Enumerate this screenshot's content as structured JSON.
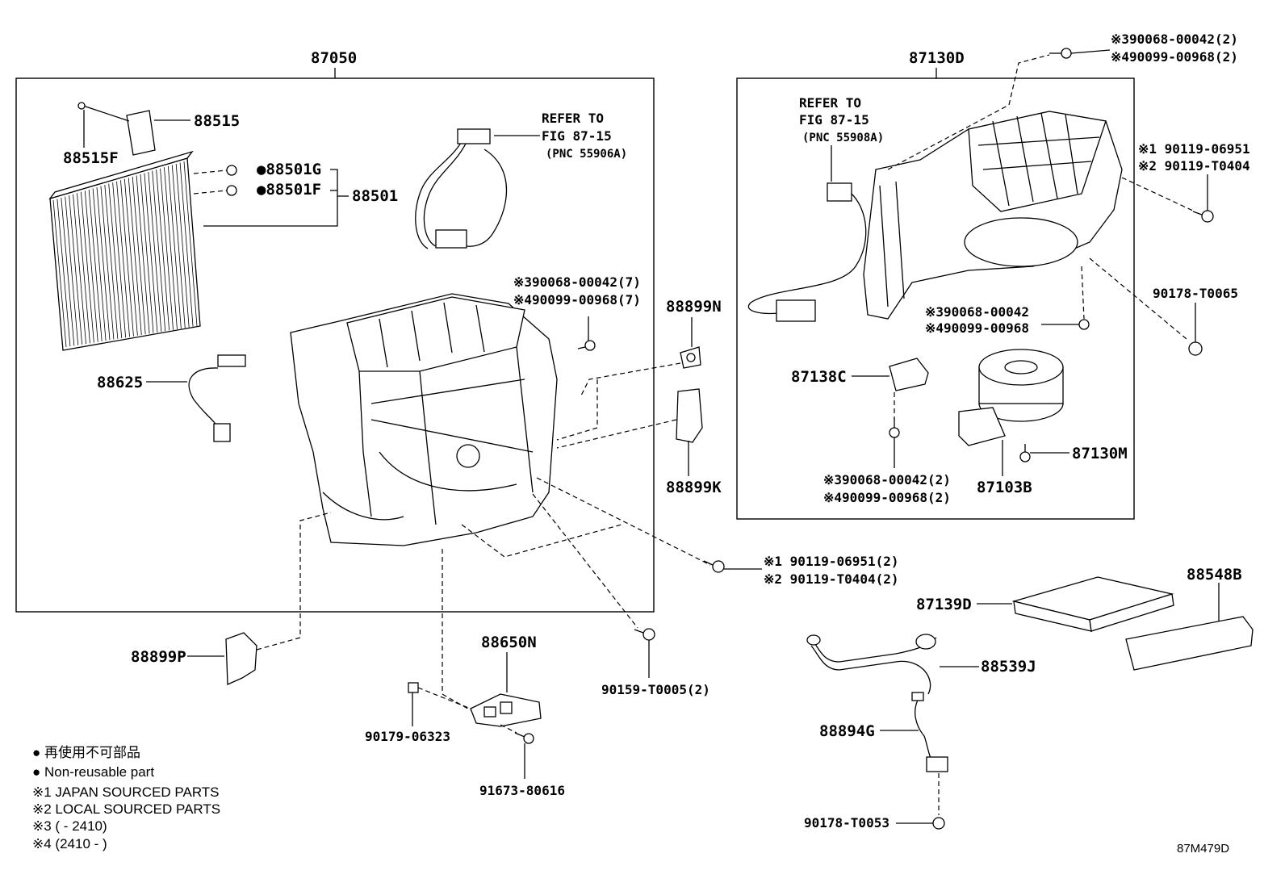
{
  "diagram": {
    "code": "87M479D",
    "groups": [
      {
        "id": "g1",
        "label": "87050"
      },
      {
        "id": "g2",
        "label": "87130D"
      }
    ],
    "callouts": {
      "p88515": "88515",
      "p88515F": "88515F",
      "p88501G": "●88501G",
      "p88501F": "●88501F",
      "p88501": "88501",
      "p88625": "88625",
      "refer1_l1": "REFER TO",
      "refer1_l2": "FIG 87-15",
      "refer1_l3": "(PNC 55906A)",
      "n3_7": "※390068-00042(7)",
      "n4_7": "※490099-00968(7)",
      "p88899N": "88899N",
      "p88899K": "88899K",
      "p88899P": "88899P",
      "refer2_l1": "REFER TO",
      "refer2_l2": "FIG 87-15",
      "refer2_l3": "(PNC 55908A)",
      "top3": "※390068-00042(2)",
      "top4": "※490099-00968(2)",
      "r1": "※1 90119-06951",
      "r2": "※2 90119-T0404",
      "p90178T0065": "90178-T0065",
      "n3b": "※390068-00042",
      "n4b": "※490099-00968",
      "p87138C": "87138C",
      "p87130M": "87130M",
      "p87103B": "87103B",
      "n3c": "※390068-00042(2)",
      "n4c": "※490099-00968(2)",
      "b1": "※1 90119-06951(2)",
      "b2": "※2 90119-T0404(2)",
      "p88548B": "88548B",
      "p87139D": "87139D",
      "p88539J": "88539J",
      "p88894G": "88894G",
      "p90178T0053": "90178-T0053",
      "p88650N": "88650N",
      "p90179": "90179-06323",
      "p91673": "91673-80616",
      "p90159": "90159-T0005(2)"
    },
    "legend": {
      "l1": "● 再使用不可部品",
      "l2": "● Non-reusable part",
      "l3": "※1 JAPAN SOURCED PARTS",
      "l4": "※2 LOCAL SOURCED PARTS",
      "l5": "※3 (       - 2410)",
      "l6": "※4 (2410 -       )"
    }
  }
}
